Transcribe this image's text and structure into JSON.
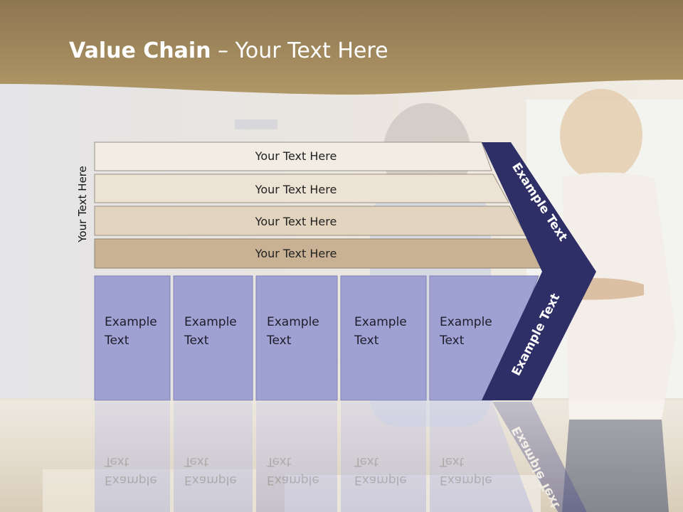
{
  "title": {
    "bold": "Value Chain",
    "rest": " – Your Text Here"
  },
  "side_label": "Your Text Here",
  "rows": [
    "Your Text Here",
    "Your Text Here",
    "Your Text Here",
    "Your Text Here"
  ],
  "boxes": [
    {
      "line1": "Example",
      "line2": "Text"
    },
    {
      "line1": "Example",
      "line2": "Text"
    },
    {
      "line1": "Example",
      "line2": "Text"
    },
    {
      "line1": "Example",
      "line2": "Text"
    },
    {
      "line1": "Example",
      "line2": "Text"
    }
  ],
  "arrow_upper": "Example Text",
  "arrow_lower": "Example Text",
  "colors": {
    "title_band": "#a48a5e",
    "row_fills": [
      "#f1ece4",
      "#ece3d5",
      "#e2d4be",
      "#c9b293"
    ],
    "box_fill": "#9fa1d2",
    "arrow_fill": "#2e2f66"
  }
}
